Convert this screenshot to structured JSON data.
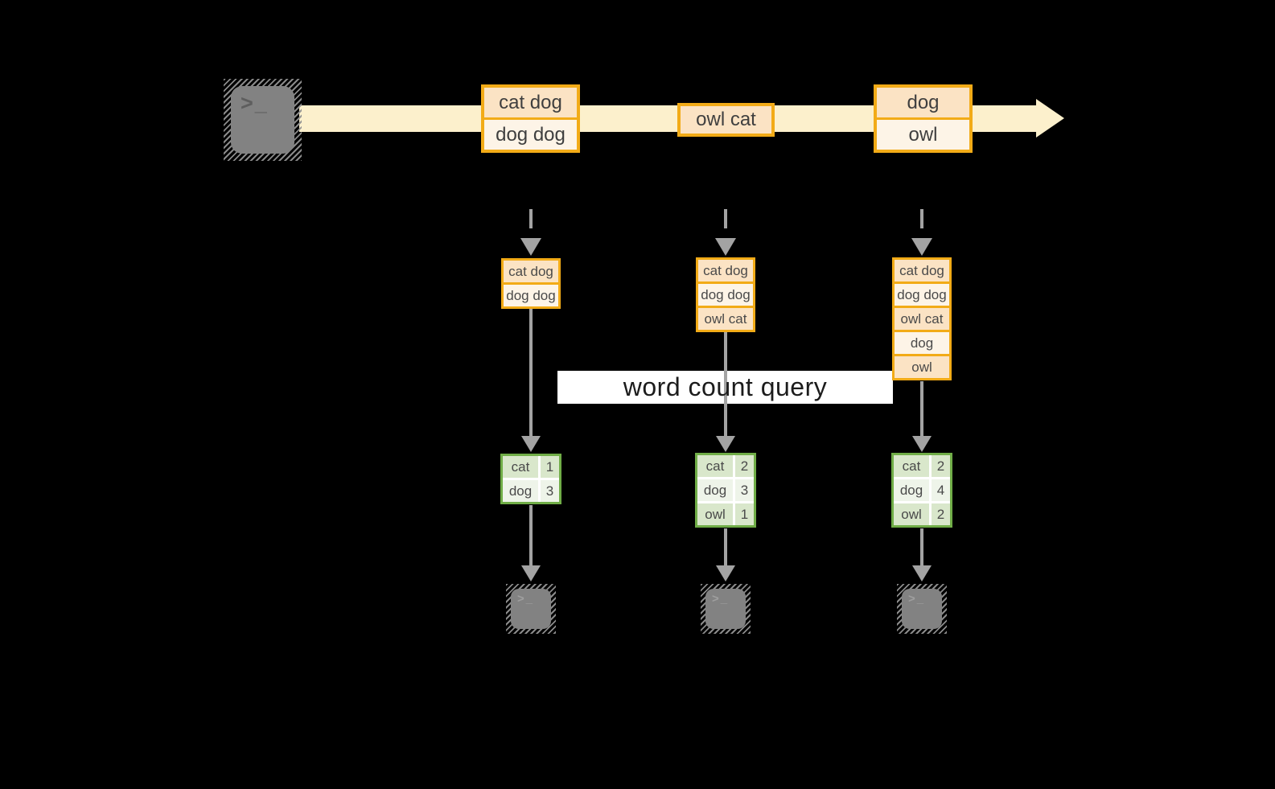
{
  "colors": {
    "background": "#000000",
    "stream_fill": "#fcf0cc",
    "box_border": "#f2ab17",
    "box_fill_dark": "#fbe3c4",
    "box_fill_light": "#fdf4e7",
    "box_text": "#3f3f3f",
    "small_text": "#4a4a4a",
    "table_border": "#70ad47",
    "table_fill_dark": "#d9e7cb",
    "table_fill_light": "#eef4e9",
    "arrow_gray": "#a3a3a3",
    "terminal_gray": "#828282",
    "banner_bg": "#ffffff",
    "banner_text": "#1c1c1c"
  },
  "icons": {
    "terminal_prompt": ">_"
  },
  "banner": {
    "label": "word count query"
  },
  "stream": {
    "events": [
      {
        "lines": [
          "cat dog",
          "dog dog"
        ]
      },
      {
        "lines": [
          "owl cat"
        ]
      },
      {
        "lines": [
          "dog",
          "owl"
        ]
      }
    ]
  },
  "columns": [
    {
      "micro_batch": [
        "cat dog",
        "dog dog"
      ],
      "counts": [
        [
          "cat",
          "1"
        ],
        [
          "dog",
          "3"
        ]
      ]
    },
    {
      "micro_batch": [
        "cat dog",
        "dog dog",
        "owl cat"
      ],
      "counts": [
        [
          "cat",
          "2"
        ],
        [
          "dog",
          "3"
        ],
        [
          "owl",
          "1"
        ]
      ]
    },
    {
      "micro_batch": [
        "cat dog",
        "dog dog",
        "owl cat",
        "dog",
        "owl"
      ],
      "counts": [
        [
          "cat",
          "2"
        ],
        [
          "dog",
          "4"
        ],
        [
          "owl",
          "2"
        ]
      ]
    }
  ]
}
